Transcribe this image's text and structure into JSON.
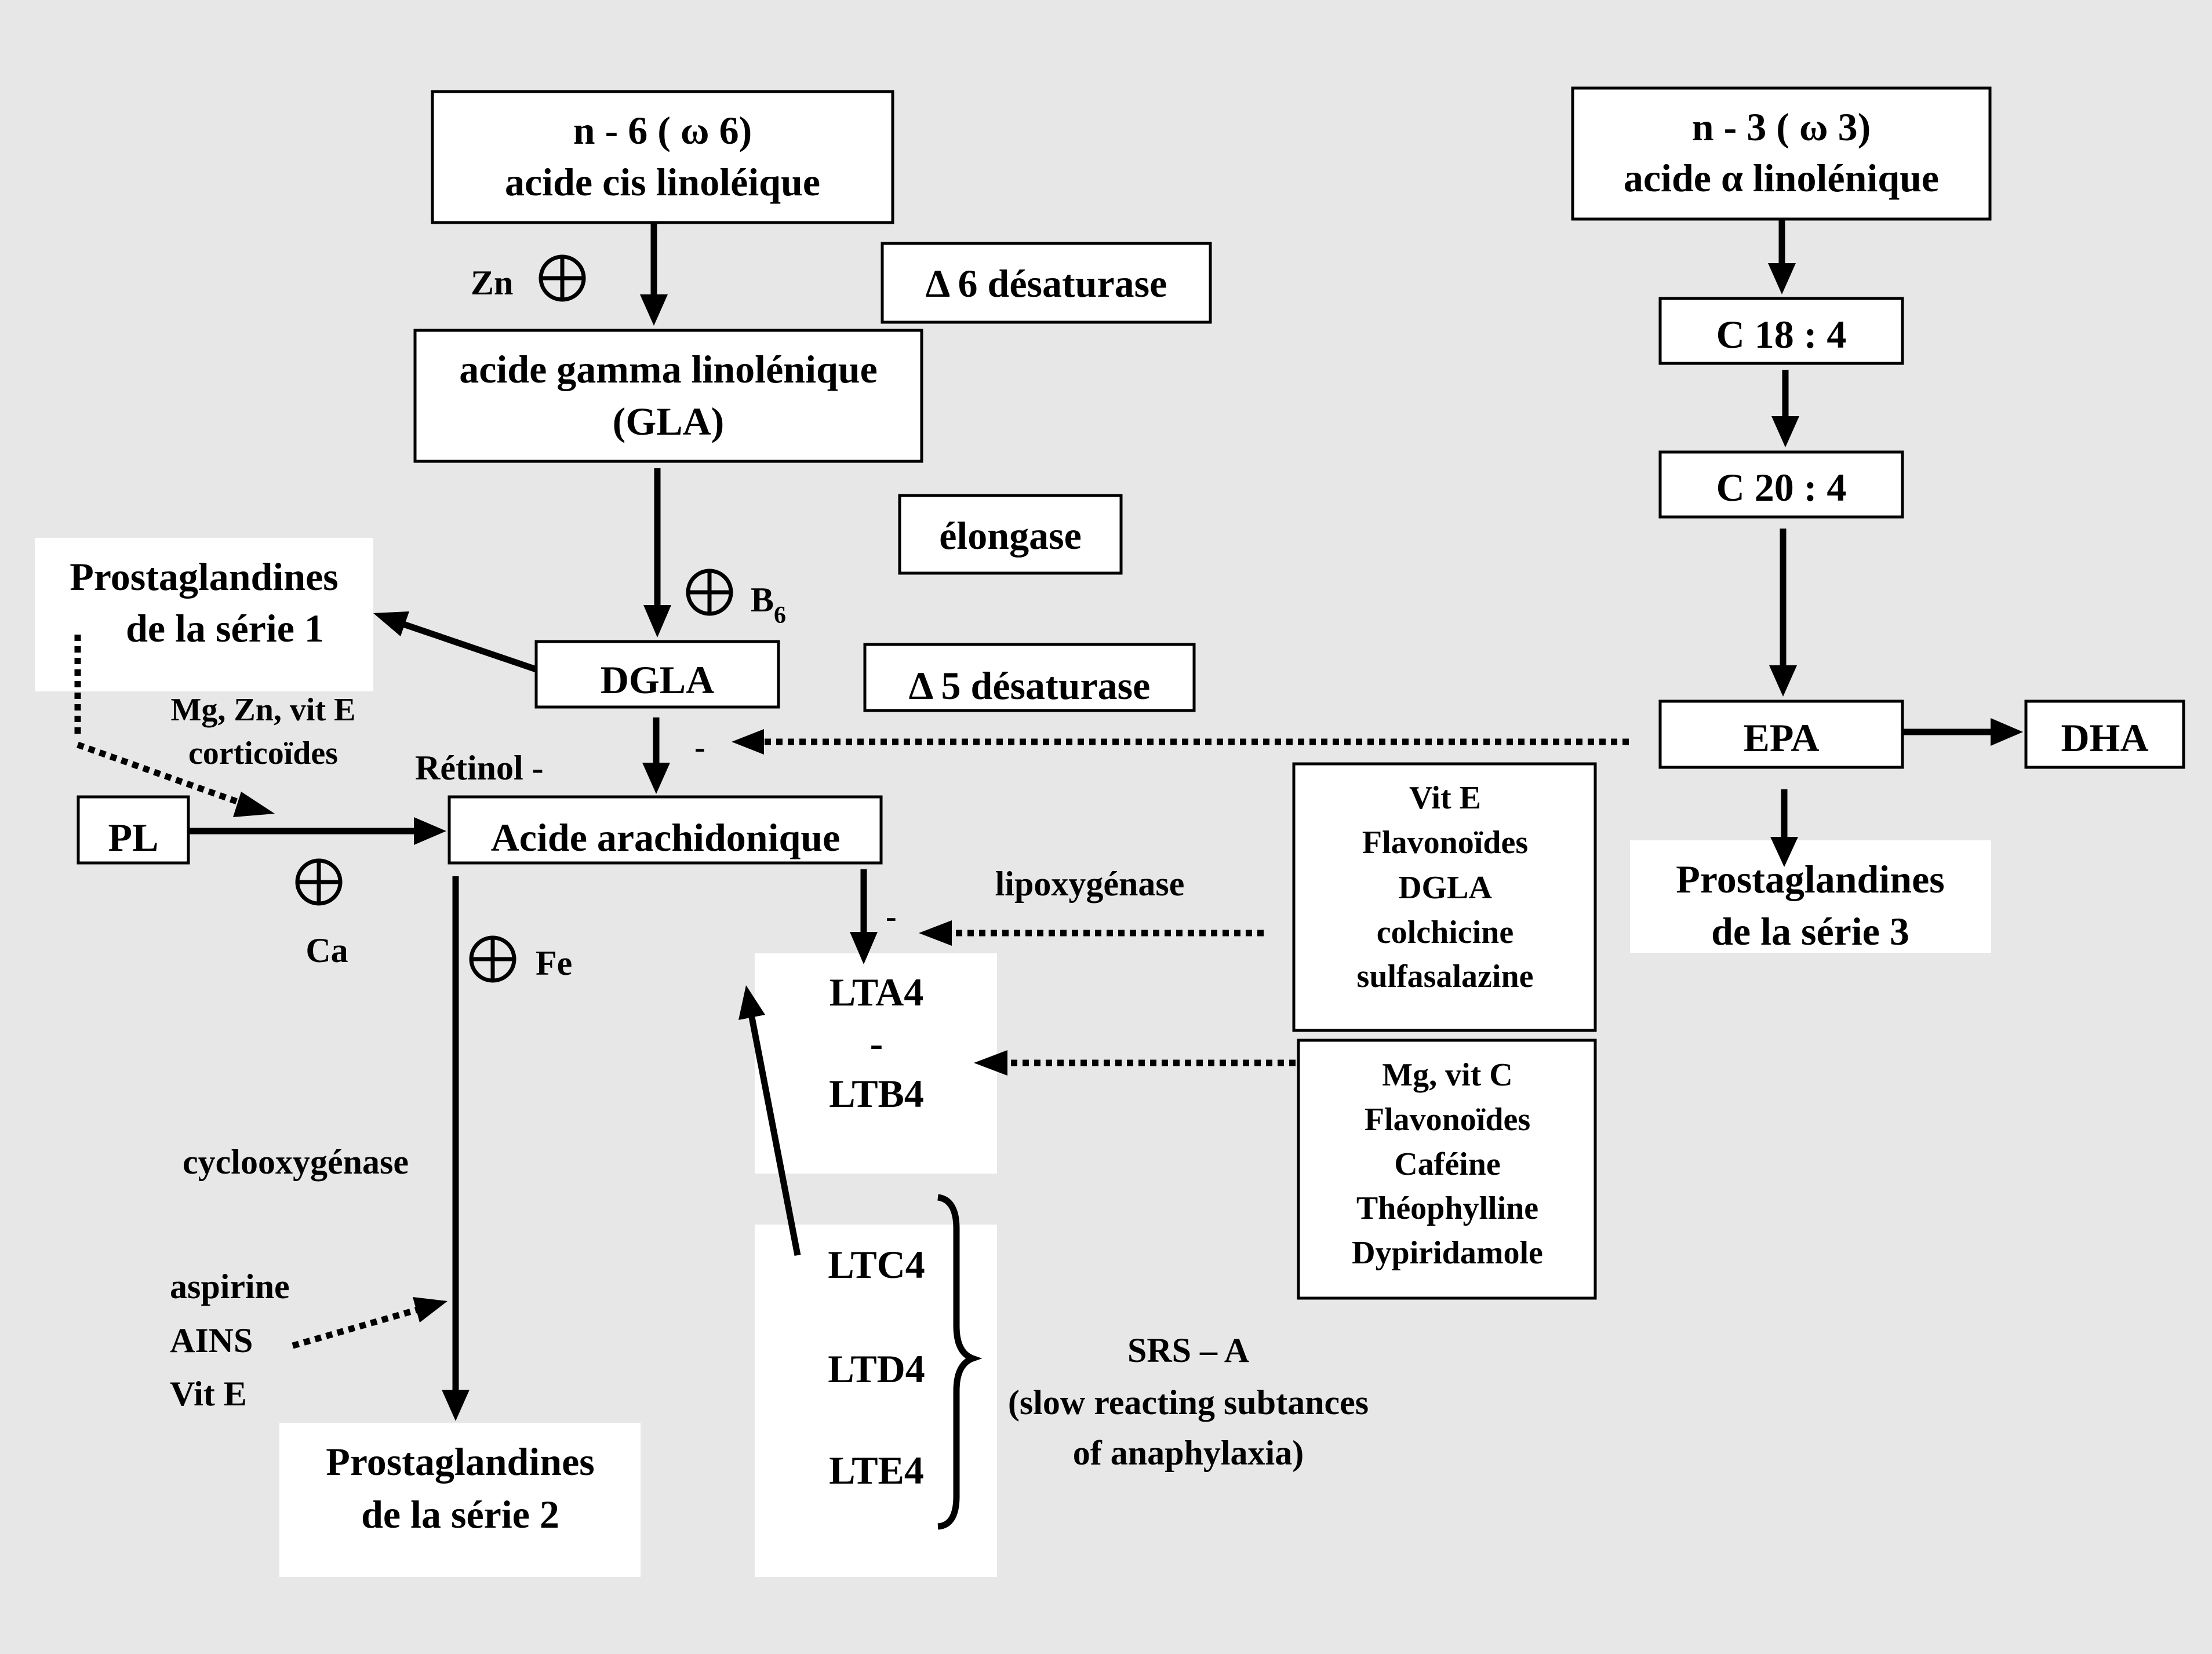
{
  "colors": {
    "background": "#e7e7e7",
    "box_fill": "#ffffff",
    "stroke": "#000000"
  },
  "icons": {
    "plus": "circled-plus-icon"
  },
  "omega6": {
    "line1": "n - 6 ( ω 6)",
    "line2": "acide cis linoléique"
  },
  "zn": "Zn",
  "d6": "Δ 6 désaturase",
  "gla": {
    "line1": "acide gamma linolénique",
    "line2": "(GLA)"
  },
  "elongase": "élongase",
  "b6": {
    "main": "B",
    "sub": "6"
  },
  "pg1": {
    "line1": "Prostaglandines",
    "line2": "de la série 1"
  },
  "dgla": "DGLA",
  "d5": "Δ 5 désaturase",
  "mg_zn": {
    "line1": "Mg, Zn, vit E",
    "line2": "corticoïdes"
  },
  "retinol": "Rétinol -",
  "minus": "-",
  "pl": "PL",
  "aa": "Acide arachidonique",
  "ca": "Ca",
  "fe": "Fe",
  "lipox": "lipoxygénase",
  "lta": {
    "line1": "LTA4",
    "line2": "-",
    "line3": "LTB4"
  },
  "ltc": {
    "c": "LTC4",
    "d": "LTD4",
    "e": "LTE4"
  },
  "srs": {
    "line1": "SRS – A",
    "line2": "(slow reacting subtances",
    "line3": "of anaphylaxia)"
  },
  "cox": "cyclooxygénase",
  "nsaid": {
    "line1": "aspirine",
    "line2": "AINS",
    "line3": "Vit E"
  },
  "pg2": {
    "line1": "Prostaglandines",
    "line2": "de la série 2"
  },
  "omega3": {
    "line1": "n - 3 ( ω 3)",
    "line2": "acide α linolénique"
  },
  "c184": "C 18 : 4",
  "c204": "C 20 : 4",
  "epa": "EPA",
  "dha": "DHA",
  "pg3": {
    "line1": "Prostaglandines",
    "line2": "de la série 3"
  },
  "inhib1": {
    "l1": "Vit E",
    "l2": "Flavonoïdes",
    "l3": "DGLA",
    "l4": "colchicine",
    "l5": "sulfasalazine"
  },
  "inhib2": {
    "l1": "Mg, vit C",
    "l2": "Flavonoïdes",
    "l3": "Caféine",
    "l4": "Théophylline",
    "l5": "Dypiridamole"
  }
}
